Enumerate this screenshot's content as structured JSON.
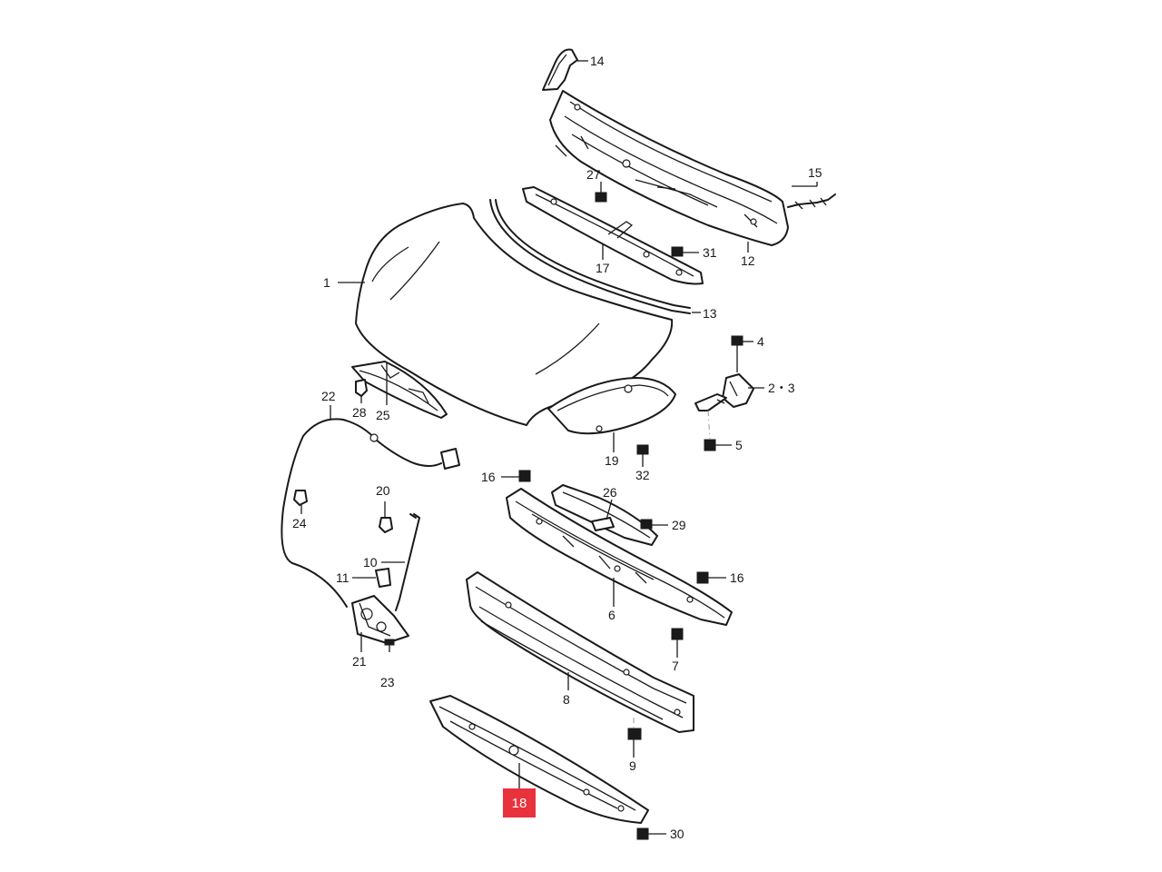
{
  "diagram": {
    "highlight_color": "#e8323c",
    "highlighted_label": "18",
    "callouts": [
      {
        "id": "1",
        "label": "1"
      },
      {
        "id": "2-3",
        "label": "2・3"
      },
      {
        "id": "4",
        "label": "4"
      },
      {
        "id": "5",
        "label": "5"
      },
      {
        "id": "6",
        "label": "6"
      },
      {
        "id": "7",
        "label": "7"
      },
      {
        "id": "8",
        "label": "8"
      },
      {
        "id": "9",
        "label": "9"
      },
      {
        "id": "10",
        "label": "10"
      },
      {
        "id": "11",
        "label": "11"
      },
      {
        "id": "12",
        "label": "12"
      },
      {
        "id": "13",
        "label": "13"
      },
      {
        "id": "14",
        "label": "14"
      },
      {
        "id": "15",
        "label": "15"
      },
      {
        "id": "16a",
        "label": "16"
      },
      {
        "id": "16b",
        "label": "16"
      },
      {
        "id": "17",
        "label": "17"
      },
      {
        "id": "19",
        "label": "19"
      },
      {
        "id": "20",
        "label": "20"
      },
      {
        "id": "21",
        "label": "21"
      },
      {
        "id": "22",
        "label": "22"
      },
      {
        "id": "23",
        "label": "23"
      },
      {
        "id": "24",
        "label": "24"
      },
      {
        "id": "25",
        "label": "25"
      },
      {
        "id": "26",
        "label": "26"
      },
      {
        "id": "27",
        "label": "27"
      },
      {
        "id": "28",
        "label": "28"
      },
      {
        "id": "29",
        "label": "29"
      },
      {
        "id": "30",
        "label": "30"
      },
      {
        "id": "31",
        "label": "31"
      },
      {
        "id": "32",
        "label": "32"
      }
    ]
  }
}
